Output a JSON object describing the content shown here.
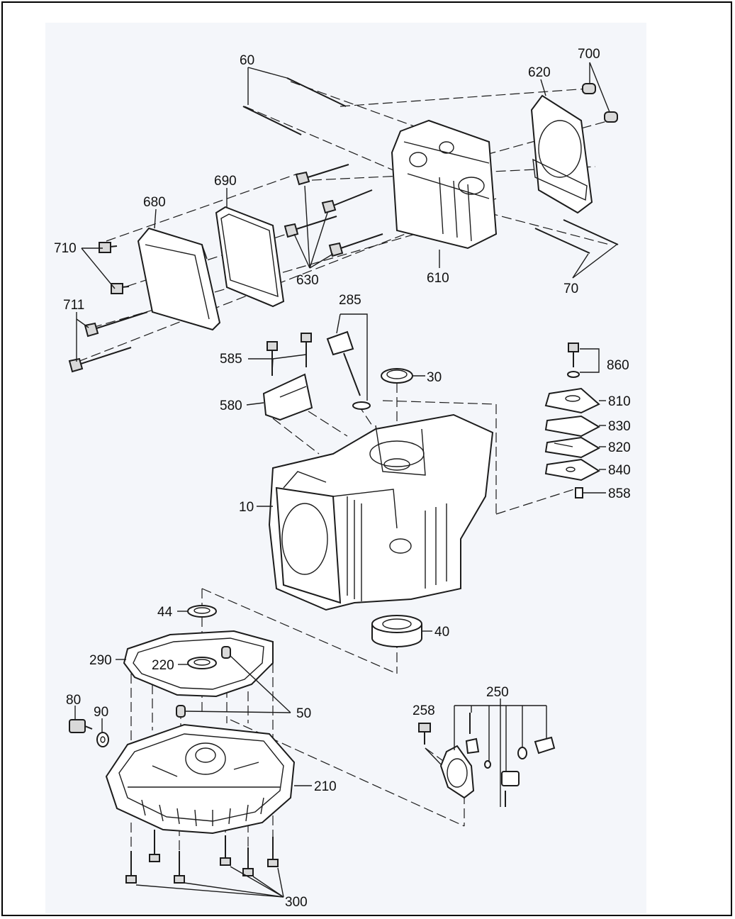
{
  "diagram": {
    "callouts": [
      {
        "id": "c60",
        "text": "60"
      },
      {
        "id": "c620",
        "text": "620"
      },
      {
        "id": "c700",
        "text": "700"
      },
      {
        "id": "c690",
        "text": "690"
      },
      {
        "id": "c680",
        "text": "680"
      },
      {
        "id": "c710",
        "text": "710"
      },
      {
        "id": "c630",
        "text": "630"
      },
      {
        "id": "c610",
        "text": "610"
      },
      {
        "id": "c70",
        "text": "70"
      },
      {
        "id": "c711",
        "text": "711"
      },
      {
        "id": "c285",
        "text": "285"
      },
      {
        "id": "c585",
        "text": "585"
      },
      {
        "id": "c30",
        "text": "30"
      },
      {
        "id": "c860",
        "text": "860"
      },
      {
        "id": "c580",
        "text": "580"
      },
      {
        "id": "c810",
        "text": "810"
      },
      {
        "id": "c830",
        "text": "830"
      },
      {
        "id": "c820",
        "text": "820"
      },
      {
        "id": "c840",
        "text": "840"
      },
      {
        "id": "c10",
        "text": "10"
      },
      {
        "id": "c858",
        "text": "858"
      },
      {
        "id": "c44",
        "text": "44"
      },
      {
        "id": "c40",
        "text": "40"
      },
      {
        "id": "c290",
        "text": "290"
      },
      {
        "id": "c220",
        "text": "220"
      },
      {
        "id": "c250",
        "text": "250"
      },
      {
        "id": "c80",
        "text": "80"
      },
      {
        "id": "c90",
        "text": "90"
      },
      {
        "id": "c50",
        "text": "50"
      },
      {
        "id": "c258",
        "text": "258"
      },
      {
        "id": "c210",
        "text": "210"
      },
      {
        "id": "c300",
        "text": "300"
      }
    ]
  }
}
